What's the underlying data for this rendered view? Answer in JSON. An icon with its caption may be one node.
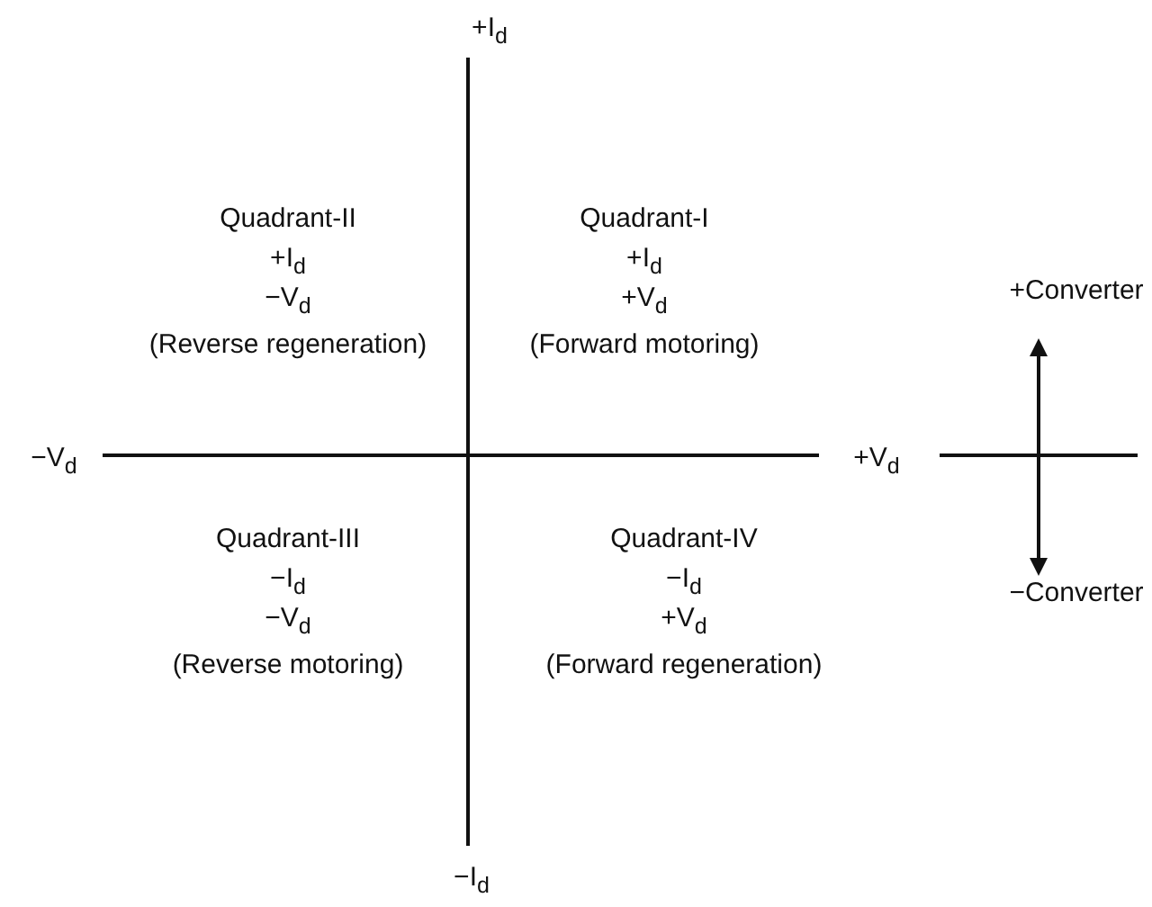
{
  "diagram": {
    "labels": [
      "+I$_{d}$",
      "Quadrant-II",
      "+I$_{d}$",
      "−V$_{d}$",
      "(Reverse regeneration)",
      "Quadrant-I",
      "+I$_{d}$",
      "+V$_{d}$",
      "(Forward motoring)",
      "+Converter",
      "−V$_{d}$",
      "+V$_{d}$",
      "Quadrant-III",
      "−I$_{d}$",
      "−V$_{d}$",
      "(Reverse motoring)",
      "Quadrant-IV",
      "−I$_{d}$",
      "+V$_{d}$",
      "(Forward regeneration)",
      "−Converter",
      "−I$_{d}$"
    ]
  }
}
